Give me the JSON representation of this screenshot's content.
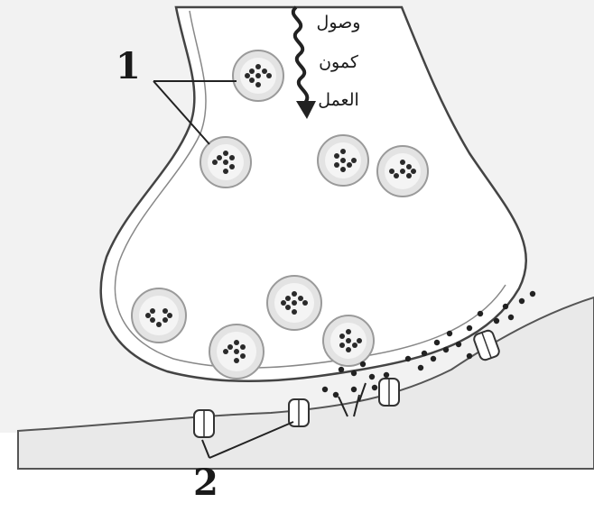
{
  "signal": {
    "lines": [
      "وصول",
      "كمون",
      "العمل"
    ]
  },
  "labels": {
    "one": "1",
    "two": "2"
  },
  "colors": {
    "stroke": "#222222",
    "vesicle_fill": "#e4e4e4",
    "terminal_fill": "#ffffff",
    "postsyn_fill": "#e8e8e8",
    "background": "#f1f1f1"
  }
}
